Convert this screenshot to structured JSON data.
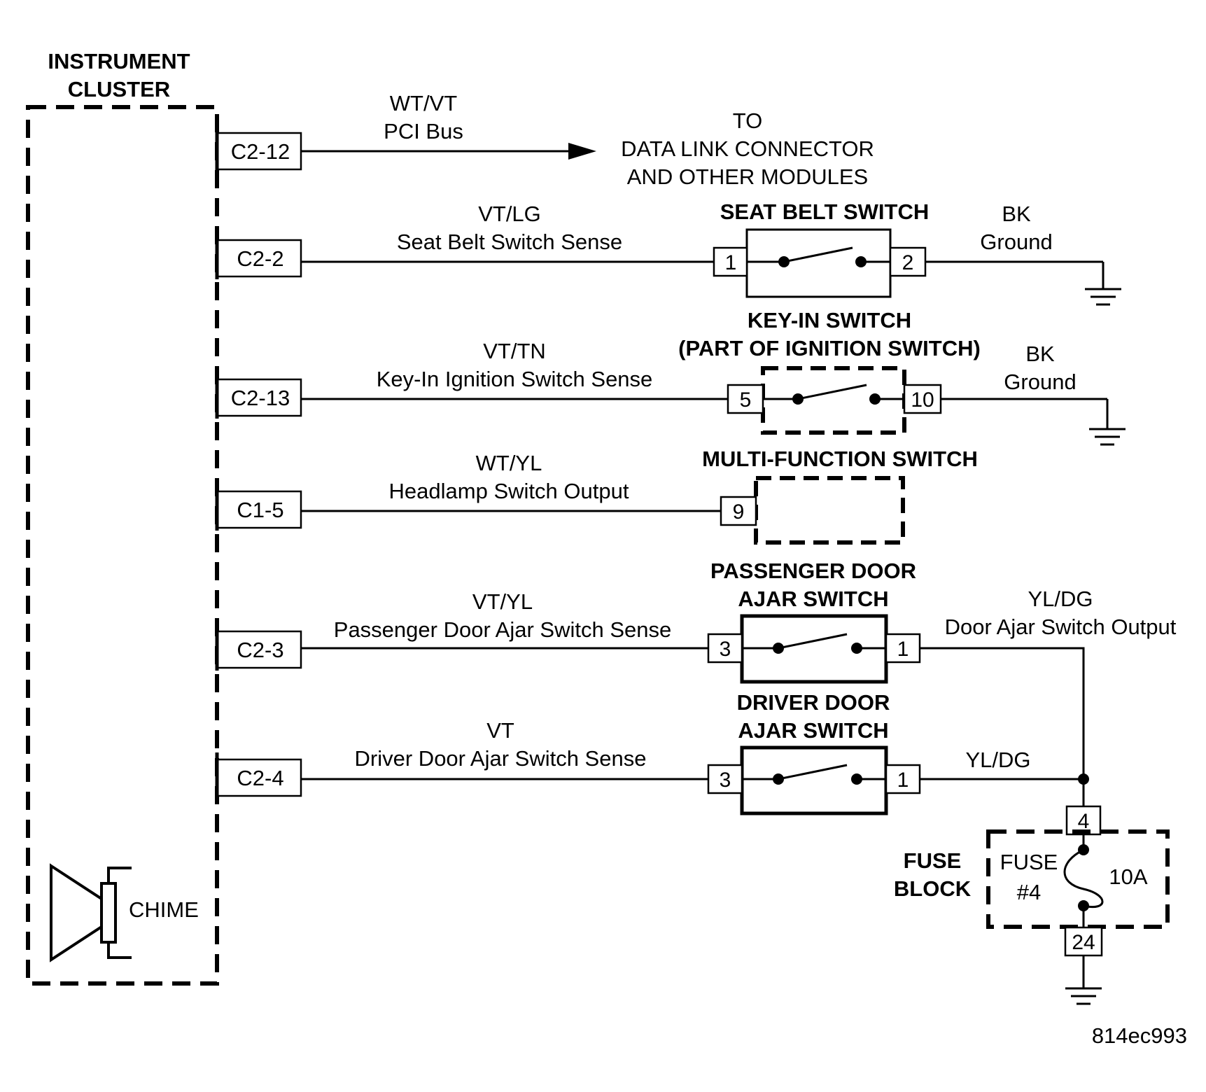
{
  "instrument_cluster": {
    "line1": "INSTRUMENT",
    "line2": "CLUSTER"
  },
  "chime_label": "CHIME",
  "connectors": {
    "c2_12": "C2-12",
    "c2_2": "C2-2",
    "c2_13": "C2-13",
    "c1_5": "C1-5",
    "c2_3": "C2-3",
    "c2_4": "C2-4"
  },
  "wires": {
    "pci": {
      "color": "WT/VT",
      "name": "PCI Bus"
    },
    "seat_belt": {
      "color": "VT/LG",
      "name": "Seat Belt Switch Sense"
    },
    "key_in": {
      "color": "VT/TN",
      "name": "Key-In Ignition Switch Sense"
    },
    "headlamp": {
      "color": "WT/YL",
      "name": "Headlamp Switch Output"
    },
    "passenger": {
      "color": "VT/YL",
      "name": "Passenger Door Ajar Switch Sense"
    },
    "driver": {
      "color": "VT",
      "name": "Driver Door Ajar Switch Sense"
    },
    "door_output": {
      "color": "YL/DG",
      "name": "Door Ajar Switch Output"
    },
    "driver_out": {
      "color": "YL/DG"
    },
    "seat_ground": {
      "color": "BK",
      "name": "Ground"
    },
    "key_ground": {
      "color": "BK",
      "name": "Ground"
    }
  },
  "destination": {
    "line1": "TO",
    "line2": "DATA LINK CONNECTOR",
    "line3": "AND OTHER MODULES"
  },
  "components": {
    "seat_belt": {
      "title": "SEAT BELT SWITCH",
      "pin_in": "1",
      "pin_out": "2"
    },
    "key_in": {
      "title1": "KEY-IN SWITCH",
      "title2": "(PART OF IGNITION SWITCH)",
      "pin_in": "5",
      "pin_out": "10"
    },
    "multi_function": {
      "title": "MULTI-FUNCTION SWITCH",
      "pin": "9"
    },
    "passenger_door": {
      "title1": "PASSENGER DOOR",
      "title2": "AJAR SWITCH",
      "pin_in": "3",
      "pin_out": "1"
    },
    "driver_door": {
      "title1": "DRIVER DOOR",
      "title2": "AJAR SWITCH",
      "pin_in": "3",
      "pin_out": "1"
    },
    "fuse_block": {
      "title1": "FUSE",
      "title2": "BLOCK",
      "fuse_line1": "FUSE",
      "fuse_line2": "#4",
      "rating": "10A",
      "pin_top": "4",
      "pin_bottom": "24"
    }
  },
  "figure_id": "814ec993"
}
